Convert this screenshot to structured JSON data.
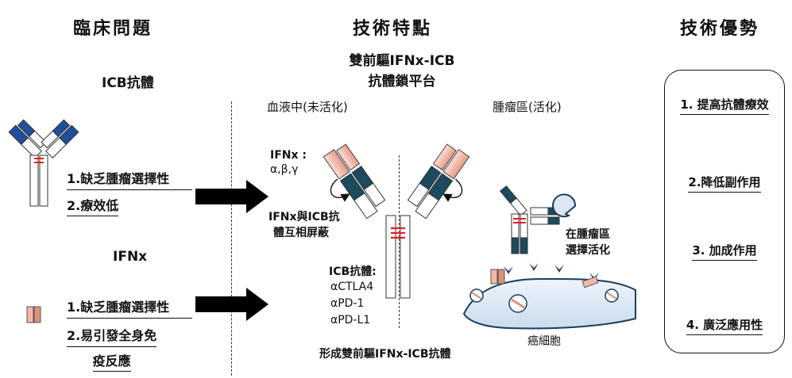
{
  "headers": {
    "clinical_problems": "臨床問題",
    "tech_features": "技術特點",
    "tech_advantages": "技術優勢"
  },
  "left": {
    "icb_title": "ICB抗體",
    "icb_problem_1": "1.缺乏腫瘤選擇性",
    "icb_problem_2": "2.療效低",
    "ifnx_title": "IFNx",
    "ifnx_problem_1": "1.缺乏腫瘤選擇性",
    "ifnx_problem_2_line1": "2.易引發全身免",
    "ifnx_problem_2_line2": "疫反應"
  },
  "middle": {
    "platform_line1": "雙前驅IFNx-ICB",
    "platform_line2": "抗體鎖平台",
    "blood_label": "血液中(未活化)",
    "tumor_label": "腫瘤區(活化)",
    "ifnx_label": "IFNx :",
    "ifnx_types": "α,β,γ",
    "shield_line1": "IFNx與ICB抗",
    "shield_line2": "體互相屏蔽",
    "icb_label": "ICB抗體:",
    "icb_targets": [
      "αCTLA4",
      "αPD-1",
      "αPD-L1"
    ],
    "form_label": "形成雙前驅IFNx-ICB抗體",
    "activate_line1": "在腫瘤區",
    "activate_line2": "選擇活化",
    "cancer_cell": "癌細胞"
  },
  "advantages": [
    "1. 提高抗體療效",
    "2.降低副作用",
    "3. 加成作用",
    "4. 廣泛應用性"
  ],
  "colors": {
    "heavy_chain_blue": "#1f4e9a",
    "heavy_chain_dark_teal": "#1c4a5e",
    "ifn_pink": "#f2b8a8",
    "ifn_pink_dark": "#e08f7c",
    "hinge_red": "#e02020",
    "cell_fill": "#dbe7f3",
    "cell_receptor": "#1c3c5a"
  }
}
